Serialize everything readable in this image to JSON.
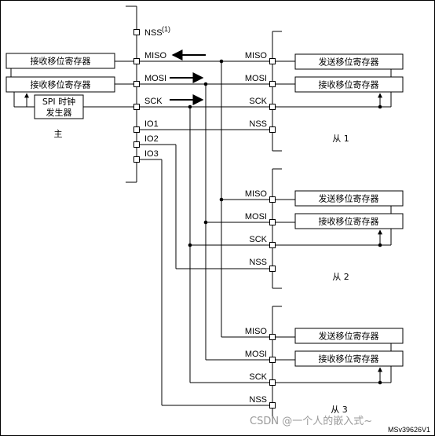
{
  "master": {
    "caption": "主",
    "reg1": "接收移位寄存器",
    "reg2": "接收移位寄存器",
    "clock_line1": "SPI 时钟",
    "clock_line2": "发生器",
    "pins": {
      "nss": "NSS",
      "nss_note": "(1)",
      "miso": "MISO",
      "mosi": "MOSI",
      "sck": "SCK",
      "io1": "IO1",
      "io2": "IO2",
      "io3": "IO3"
    }
  },
  "slaves": [
    {
      "caption": "从 1",
      "tx_reg": "发送移位寄存器",
      "rx_reg": "接收移位寄存器",
      "miso": "MISO",
      "mosi": "MOSI",
      "sck": "SCK",
      "nss": "NSS"
    },
    {
      "caption": "从 2",
      "tx_reg": "发送移位寄存器",
      "rx_reg": "接收移位寄存器",
      "miso": "MISO",
      "mosi": "MOSI",
      "sck": "SCK",
      "nss": "NSS"
    },
    {
      "caption": "从 3",
      "tx_reg": "发送移位寄存器",
      "rx_reg": "接收移位寄存器",
      "miso": "MISO",
      "mosi": "MOSI",
      "sck": "SCK",
      "nss": "NSS"
    }
  ],
  "footer": {
    "code": "MSv39626V1",
    "watermark": "CSDN @一个人的嵌入式~"
  }
}
